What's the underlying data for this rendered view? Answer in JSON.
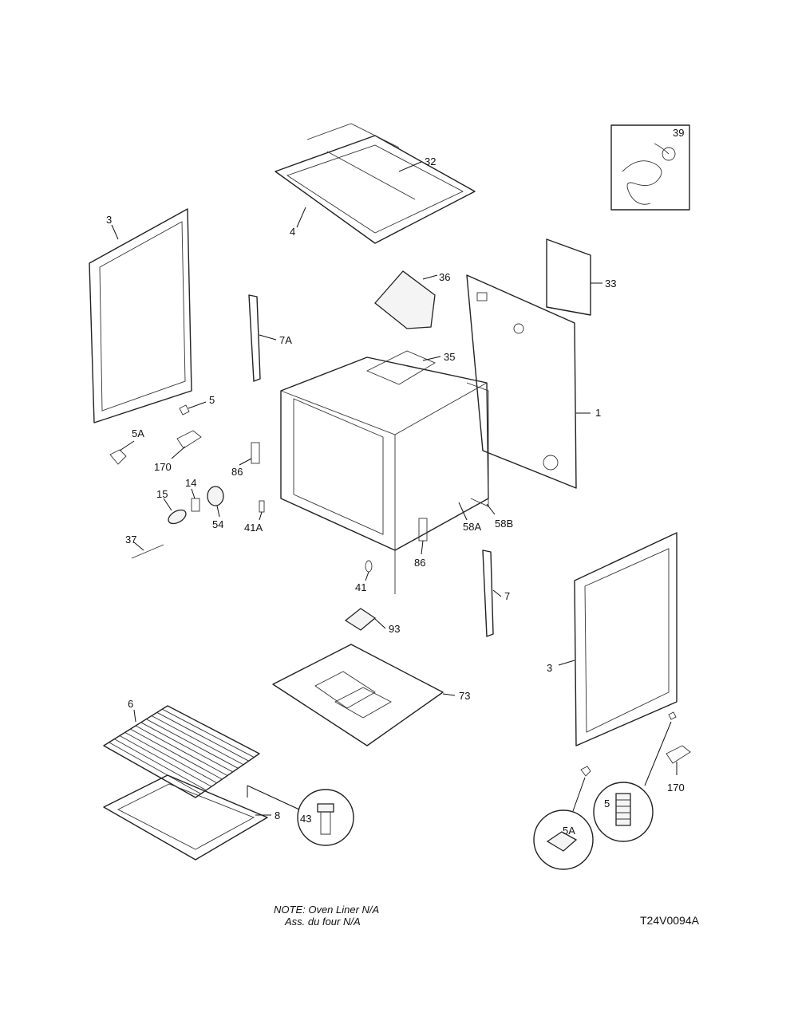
{
  "callouts": {
    "p39": "39",
    "p32": "32",
    "p4": "4",
    "p3_left": "3",
    "p36": "36",
    "p33": "33",
    "p7A": "7A",
    "p35": "35",
    "p5_left": "5",
    "p1": "1",
    "p5A_left": "5A",
    "p170_left": "170",
    "p86_top": "86",
    "p14": "14",
    "p15": "15",
    "p54": "54",
    "p41A": "41A",
    "p58A": "58A",
    "p58B": "58B",
    "p37": "37",
    "p86_bottom": "86",
    "p41": "41",
    "p7": "7",
    "p93": "93",
    "p3_right": "3",
    "p73": "73",
    "p6": "6",
    "p43": "43",
    "p8": "8",
    "p5A_right": "5A",
    "p5_right": "5",
    "p170_right": "170"
  },
  "note": {
    "line1": "NOTE: Oven Liner N/A",
    "line2": "Ass. du four N/A"
  },
  "drawing_code": "T24V0094A"
}
